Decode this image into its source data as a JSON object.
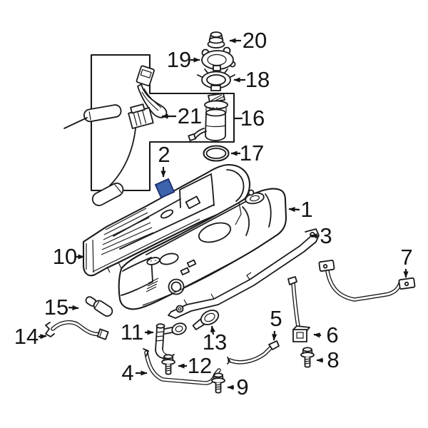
{
  "diagram": {
    "background": "#ffffff",
    "line_color": "#1a1a1a",
    "highlight": {
      "fill": "#3e63ad",
      "stroke": "#20316f",
      "callout": "2"
    },
    "callouts": {
      "c1": "1",
      "c2": "2",
      "c3": "3",
      "c4": "4",
      "c5": "5",
      "c6": "6",
      "c7": "7",
      "c8": "8",
      "c9": "9",
      "c10": "10",
      "c11": "11",
      "c12": "12",
      "c13": "13",
      "c14": "14",
      "c15": "15",
      "c16": "16",
      "c17": "17",
      "c18": "18",
      "c19": "19",
      "c20": "20",
      "c21": "21"
    }
  }
}
